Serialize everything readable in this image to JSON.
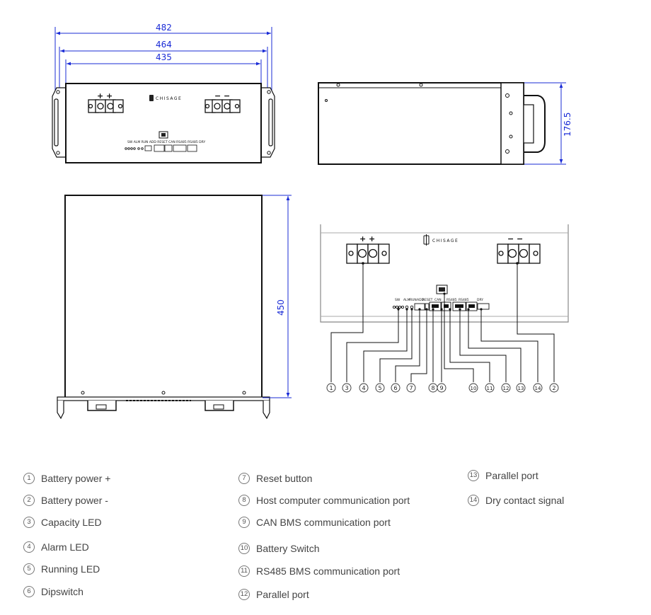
{
  "dimensions": {
    "width_482": "482",
    "width_464": "464",
    "width_435": "435",
    "height_176_5": "176.5",
    "depth_450": "450"
  },
  "brand": "CHISAGE",
  "terminal_signs": {
    "plus": "+ +",
    "minus": "− −"
  },
  "port_labels": {
    "sw": "SW",
    "alm": "ALM",
    "run": "RUN",
    "add": "ADD",
    "reset": "RESET",
    "can": "CAN",
    "rs485_a": "RS485",
    "rs485_b": "RS485",
    "dry": "DRY"
  },
  "callout_numbers": [
    "1",
    "3",
    "4",
    "5",
    "6",
    "7",
    "8",
    "9",
    "10",
    "11",
    "12",
    "13",
    "14",
    "2"
  ],
  "legend": [
    {
      "num": "1",
      "label": "Battery power +"
    },
    {
      "num": "2",
      "label": "Battery power -"
    },
    {
      "num": "3",
      "label": "Capacity LED"
    },
    {
      "num": "4",
      "label": "Alarm LED"
    },
    {
      "num": "5",
      "label": "Running LED"
    },
    {
      "num": "6",
      "label": "Dipswitch"
    },
    {
      "num": "7",
      "label": "Reset button"
    },
    {
      "num": "8",
      "label": "Host computer communication port"
    },
    {
      "num": "9",
      "label": "CAN BMS communication port"
    },
    {
      "num": "10",
      "label": "Battery Switch"
    },
    {
      "num": "11",
      "label": "RS485 BMS communication port"
    },
    {
      "num": "12",
      "label": "Parallel port"
    },
    {
      "num": "13",
      "label": "Parallel port"
    },
    {
      "num": "14",
      "label": "Dry contact signal"
    }
  ]
}
